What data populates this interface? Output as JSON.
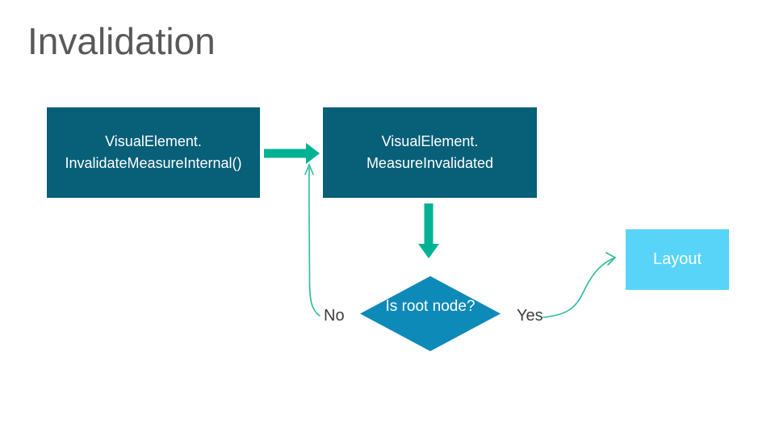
{
  "slide": {
    "title": "Invalidation",
    "boxes": {
      "invalidate_measure_internal": {
        "line1": "VisualElement.",
        "line2": "InvalidateMeasureInternal()"
      },
      "measure_invalidated": {
        "line1": "VisualElement.",
        "line2": "MeasureInvalidated"
      },
      "layout": {
        "label": "Layout"
      }
    },
    "decision": {
      "line1": "Is root",
      "line2": "node?"
    },
    "edge_labels": {
      "no": "No",
      "yes": "Yes"
    },
    "colors": {
      "box_dark": "#075F78",
      "diamond_blue": "#0E8AB8",
      "layout_blue": "#58D4F8",
      "arrow_green": "#00B294",
      "curve_green": "#2ABB9C",
      "title_gray": "#595959",
      "label_gray": "#3F3F3F"
    }
  }
}
